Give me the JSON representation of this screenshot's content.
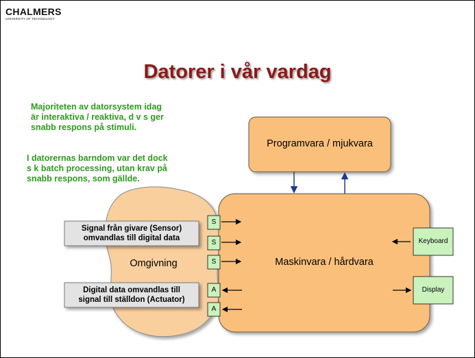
{
  "brand": {
    "name": "CHALMERS",
    "subtitle": "UNIVERSITY OF TECHNOLOGY"
  },
  "title": "Datorer i vår vardag",
  "paragraph1": [
    "Majoriteten av datorsystem idag",
    " är interaktiva / reaktiva, d v s ger",
    " snabb respons på stimuli."
  ],
  "paragraph2": [
    "I datorernas barndom var det dock",
    " s k batch processing, utan krav på",
    " snabb respons, som gällde."
  ],
  "software_box": "Programvara / mjukvara",
  "hardware_box": "Maskinvara / hårdvara",
  "environment": "Omgivning",
  "sensor_callout": [
    "Signal från givare (Sensor)",
    "omvandlas till digital data"
  ],
  "actuator_callout": [
    "Digital data omvandlas till",
    "signal till ställdon (Actuator)"
  ],
  "ports": [
    "S",
    "S",
    "S",
    "A",
    "A"
  ],
  "keyboard": "Keyboard",
  "display": "Display",
  "colors": {
    "title": "#8b1a1a",
    "green_text": "#2e9a1e",
    "box_fill": "#fbbf7c",
    "blob_fill": "#f9cf9e",
    "port_fill": "#c9f2bd",
    "callout_fill": "#e3e3e3",
    "arrow": "#1f3a8a"
  }
}
